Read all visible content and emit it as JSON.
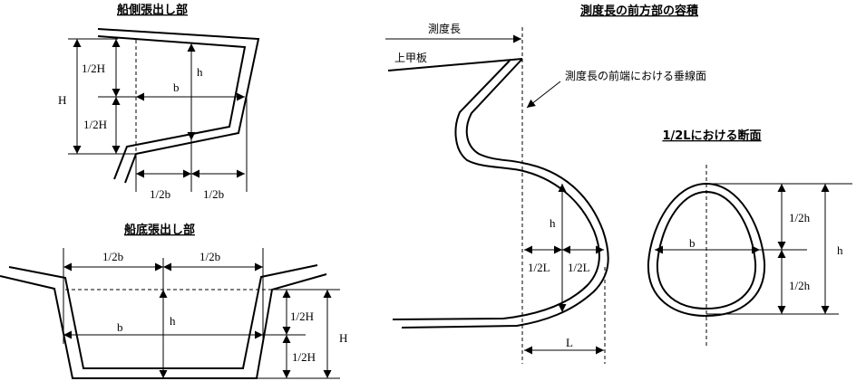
{
  "side_bulge": {
    "title": "船側張出し部",
    "labels": {
      "half_H_top": "1/2H",
      "half_H_bottom": "1/2H",
      "H": "H",
      "h": "h",
      "b": "b",
      "half_b_left": "1/2b",
      "half_b_right": "1/2b"
    }
  },
  "bottom_bulge": {
    "title": "船底張出し部",
    "labels": {
      "half_b_left": "1/2b",
      "half_b_right": "1/2b",
      "h": "h",
      "b": "b",
      "half_H_top": "1/2H",
      "half_H_bottom": "1/2H",
      "H": "H"
    }
  },
  "forward_volume": {
    "title": "測度長の前方部の容積",
    "measured_length": "測度長",
    "upper_deck": "上甲板",
    "perpendicular_note": "測度長の前端における垂線面",
    "labels": {
      "h": "h",
      "half_L_left": "1/2L",
      "half_L_right": "1/2L",
      "L": "L"
    }
  },
  "section_at_half_L": {
    "title": "1/2Lにおける断面",
    "labels": {
      "b": "b",
      "half_h_top": "1/2h",
      "half_h_bottom": "1/2h",
      "h": "h"
    }
  }
}
